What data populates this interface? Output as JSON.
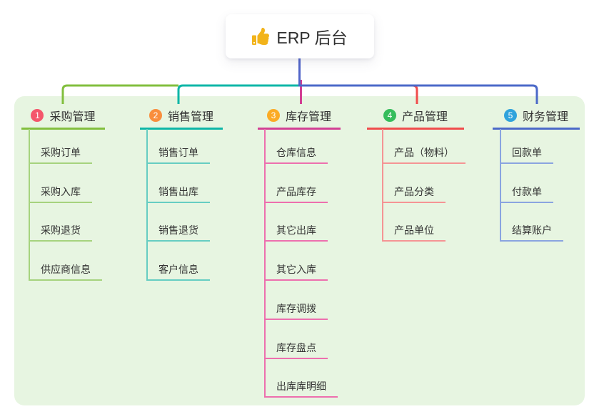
{
  "root": {
    "label": "ERP 后台",
    "icon": "thumbs-up-icon"
  },
  "branches": [
    {
      "index": "1",
      "label": "采购管理",
      "badge_color": "#f4566b",
      "line_color": "#82bf3e",
      "child_line_color": "#a6d37e",
      "children": [
        "采购订单",
        "采购入库",
        "采购退货",
        "供应商信息"
      ]
    },
    {
      "index": "2",
      "label": "销售管理",
      "badge_color": "#f98e3d",
      "line_color": "#0eb6a7",
      "child_line_color": "#66cdc2",
      "children": [
        "销售订单",
        "销售出库",
        "销售退货",
        "客户信息"
      ]
    },
    {
      "index": "3",
      "label": "库存管理",
      "badge_color": "#fbab25",
      "line_color": "#d23f94",
      "child_line_color": "#ed6fae",
      "children": [
        "仓库信息",
        "产品库存",
        "其它出库",
        "其它入库",
        "库存调拨",
        "库存盘点",
        "出库库明细"
      ]
    },
    {
      "index": "4",
      "label": "产品管理",
      "badge_color": "#35bd5b",
      "line_color": "#f04c4c",
      "child_line_color": "#f59494",
      "children": [
        "产品（物料）",
        "产品分类",
        "产品单位"
      ]
    },
    {
      "index": "5",
      "label": "财务管理",
      "badge_color": "#30a3dc",
      "line_color": "#4b69c8",
      "child_line_color": "#8aa4e0",
      "children": [
        "回款单",
        "付款单",
        "结算账户"
      ]
    }
  ],
  "colors": {
    "canvas": "#ffffff",
    "panel_background": "#e7f5e1",
    "root_line": "#5165c9",
    "text": "#333333",
    "root_text": "#2f2f2f",
    "thumb_icon": "#f2b31a"
  }
}
